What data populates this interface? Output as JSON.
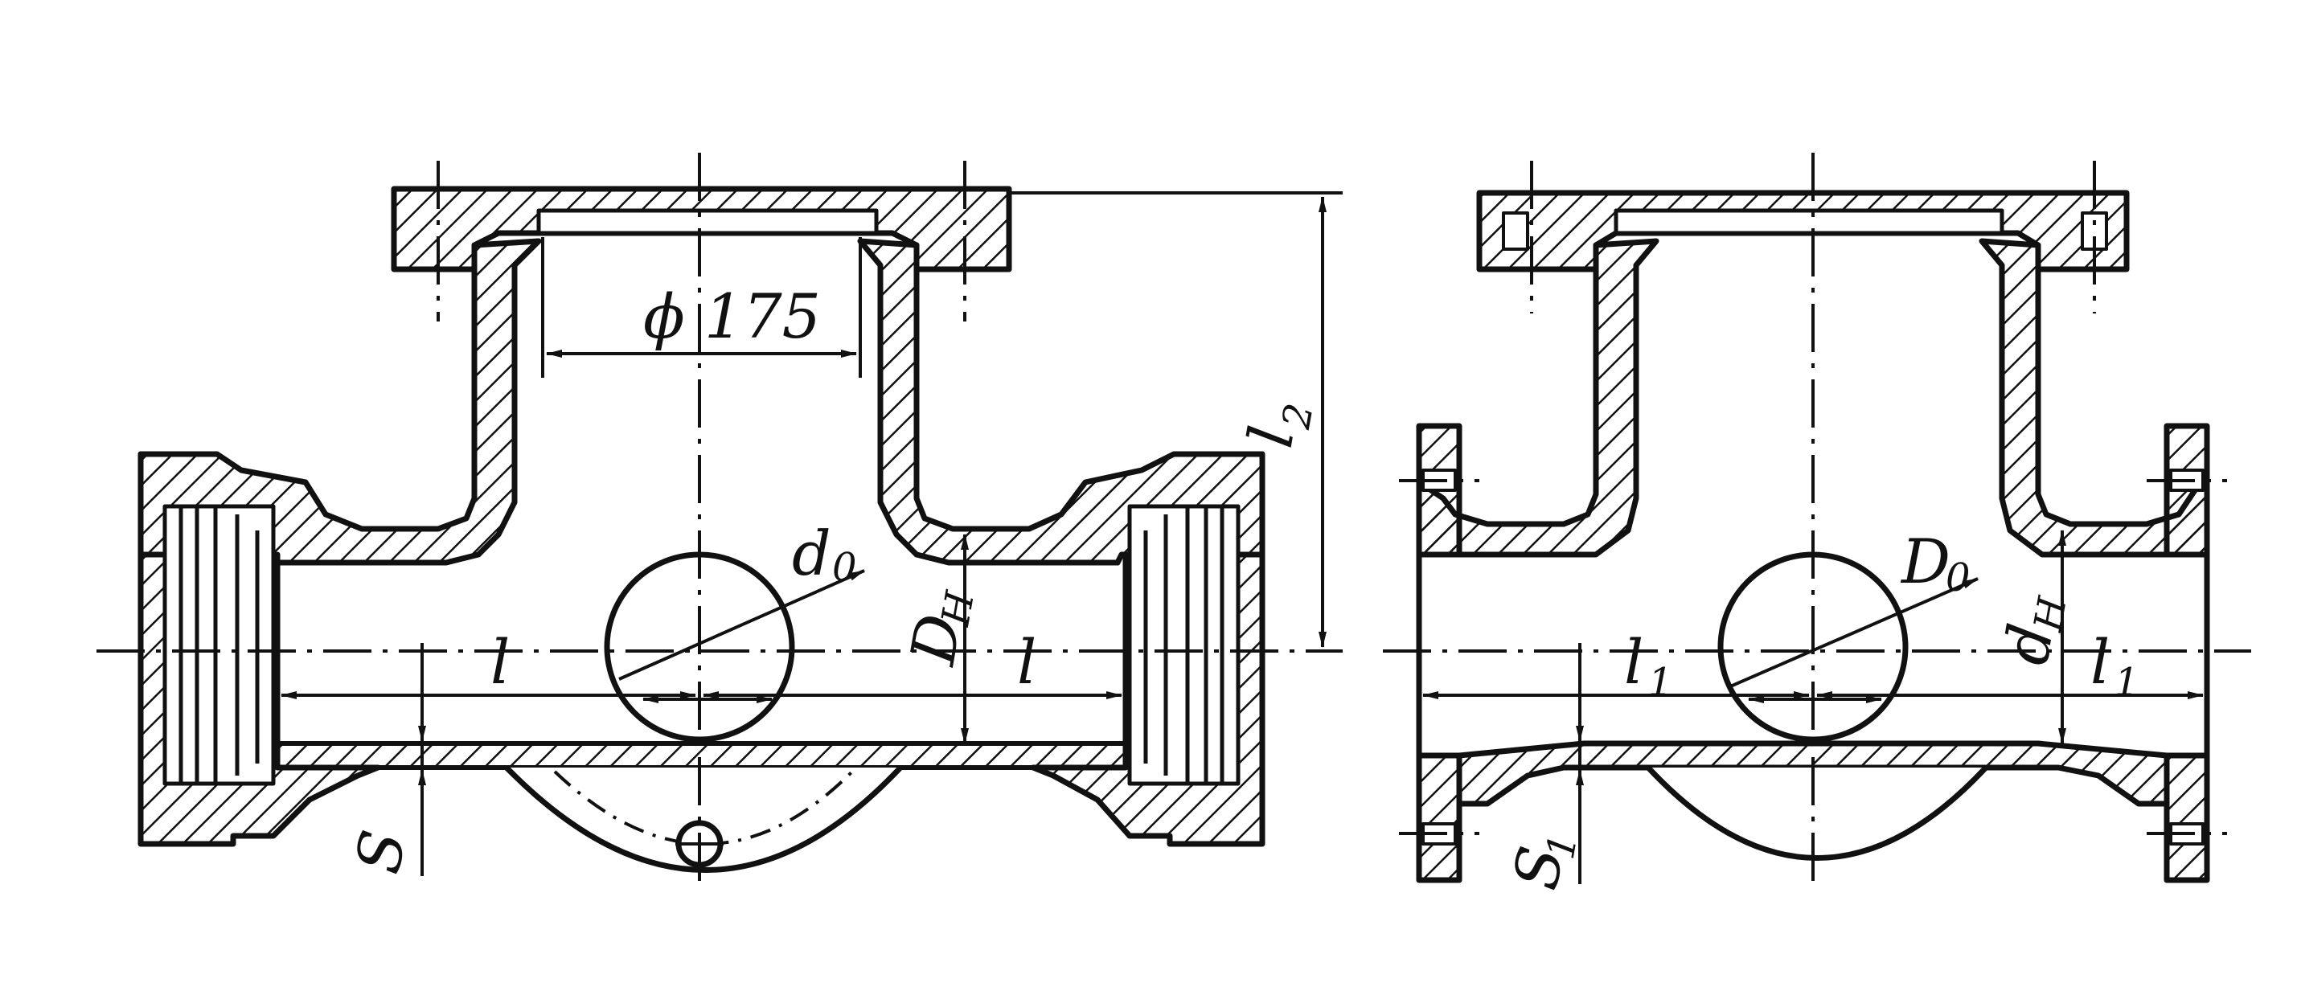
{
  "colors": {
    "ink": "#111111",
    "paper": "#ffffff"
  },
  "left_view": {
    "bore_dimension": "ϕ 175",
    "length_left": "l",
    "length_right": "l",
    "branch_height_base": "l",
    "branch_height_sub": "2",
    "outer_diameter_base": "D",
    "outer_diameter_sub": "Н",
    "hole_diameter_base": "d",
    "hole_diameter_sub": "0",
    "wall": "S"
  },
  "right_view": {
    "length_left_base": "l",
    "length_left_sub": "1",
    "length_right_base": "l",
    "length_right_sub": "1",
    "inner_diameter_base": "d",
    "inner_diameter_sub": "Н",
    "hole_diameter_base": "D",
    "hole_diameter_sub": "0",
    "wall_base": "S",
    "wall_sub": "1"
  }
}
